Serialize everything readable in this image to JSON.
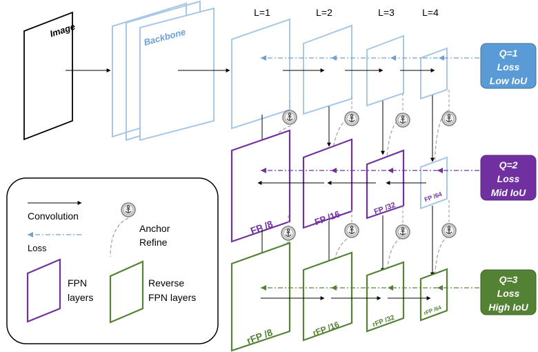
{
  "image_label": "Image",
  "backbone_label": "Backbone",
  "levels": [
    "L=1",
    "L=2",
    "L=3",
    "L=4"
  ],
  "fpn_labels": [
    "FP /8",
    "FP /16",
    "FP /32",
    "FP /64"
  ],
  "rfpn_labels": [
    "rFP /8",
    "rFP /16",
    "rFP /32",
    "rFP /64"
  ],
  "quality_boxes": [
    {
      "q": "Q=1",
      "loss": "Loss",
      "iou": "Low IoU"
    },
    {
      "q": "Q=2",
      "loss": "Loss",
      "iou": "Mid IoU"
    },
    {
      "q": "Q=3",
      "loss": "Loss",
      "iou": "High IoU"
    }
  ],
  "legend": {
    "convolution": "Convolution",
    "loss": "Loss",
    "anchor_refine_1": "Anchor",
    "anchor_refine_2": "Refine",
    "fpn_1": "FPN",
    "fpn_2": "layers",
    "rfpn_1": "Reverse",
    "rfpn_2": "FPN layers"
  },
  "colors": {
    "blue": "#a7c7e7",
    "blue_dark": "#6fa0d2",
    "purple": "#7030a0",
    "green": "#548235",
    "q1_fill": "#5b9bd5",
    "q2_fill": "#7030a0",
    "q3_fill": "#548235",
    "gray": "#a6a6a6"
  }
}
